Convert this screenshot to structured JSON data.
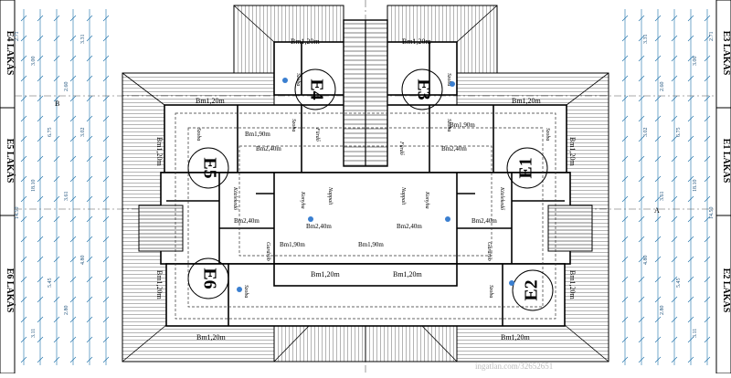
{
  "plan": {
    "side_labels": {
      "left": [
        "E4 LAKÁS",
        "E5 LAKÁS",
        "E6 LAKÁS"
      ],
      "right": [
        "E3 LAKÁS",
        "E1 LAKÁS",
        "E2 LAKÁS"
      ]
    },
    "apartments": [
      "E1",
      "E2",
      "E3",
      "E4",
      "E5",
      "E6"
    ],
    "area_labels": [
      "Bm1,20m",
      "Bm1,90m",
      "Bm2,40m"
    ],
    "room_labels": [
      "Szoba",
      "Közlekedő",
      "Fürdő",
      "Konyha",
      "Nappali",
      "Gardrób"
    ],
    "axis_letters": [
      "A",
      "B"
    ],
    "left_dims": [
      "2.71",
      "3.00",
      "3.31",
      "2.60",
      "6.75",
      "3.02",
      "18.10",
      "14.50",
      "3.61",
      "5.45",
      "4.80",
      "2.80",
      "3.11"
    ],
    "right_dims": [
      "2.71",
      "3.00",
      "3.31",
      "2.60",
      "6.75",
      "3.02",
      "18.10",
      "14.50",
      "3.61",
      "5.45",
      "4.80",
      "2.80",
      "3.11"
    ],
    "watermark": "ingatlan.com/32652651"
  }
}
